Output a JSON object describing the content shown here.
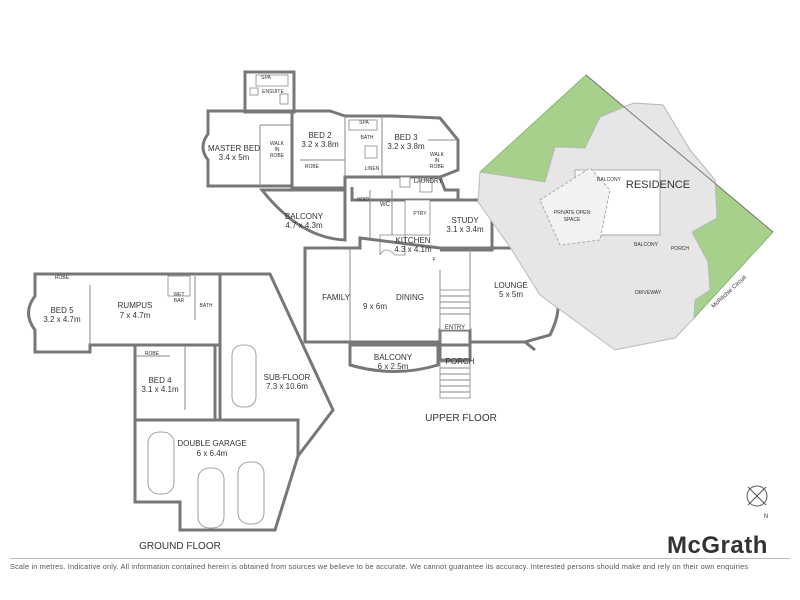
{
  "colors": {
    "wall": "#777777",
    "site_green": "#a8d08d",
    "site_grey": "#e6e6e6",
    "text": "#333333"
  },
  "rooms": {
    "master_bed": {
      "name": "MASTER BED",
      "dims": "3.4 x 5m"
    },
    "ensuite": "ENSUITE",
    "spa_upper": "SPA",
    "walk_in_robe": [
      "WALK",
      "IN",
      "ROBE"
    ],
    "bed2": {
      "name": "BED 2",
      "dims": "3.2 x 3.8m"
    },
    "bath_upper": "BATH",
    "spa_bath": "SPA",
    "bed3": {
      "name": "BED 3",
      "dims": "3.2 x 3.8m"
    },
    "walk_in_robe_small": [
      "WALK",
      "IN",
      "ROBE"
    ],
    "robe_bed2": "ROBE",
    "linen": "LINEN",
    "laundry": "LAUNDRY",
    "balcony_upper": {
      "name": "BALCONY",
      "dims": "4.7 x 4.3m"
    },
    "void": "VOID",
    "wc": "WC",
    "pty": "PTRY",
    "kitchen": {
      "name": "KITCHEN",
      "dims": "4.3 x 4.1m"
    },
    "study": {
      "name": "STUDY",
      "dims": "3.1 x 3.4m"
    },
    "family": "FAMILY",
    "family_dims": "9 x 6m",
    "dining": "DINING",
    "lounge": {
      "name": "LOUNGE",
      "dims": "5 x 5m"
    },
    "entry": "ENTRY",
    "balcony_lower": {
      "name": "BALCONY",
      "dims": "6 x 2.5m"
    },
    "porch": "PORCH",
    "f_label": "F",
    "robe_bed5": "ROBE",
    "bed5": {
      "name": "BED 5",
      "dims": "3.2 x 4.7m"
    },
    "rumpus": {
      "name": "RUMPUS",
      "dims": "7 x 4.7m"
    },
    "wet_bar": [
      "WET",
      "BAR"
    ],
    "bath_ground": "BATH",
    "robe_bed4": "ROBE",
    "bed4": {
      "name": "BED 4",
      "dims": "3.1 x 4.1m"
    },
    "subfloor": {
      "name": "SUB-FLOOR",
      "dims": "7.3 x 10.6m"
    },
    "garage": {
      "name": "DOUBLE GARAGE",
      "dims": "6 x 6.4m"
    }
  },
  "floors": {
    "upper": "UPPER FLOOR",
    "ground": "GROUND FLOOR"
  },
  "site": {
    "residence": "RESIDENCE",
    "balcony_top": "BALCONY",
    "private_open_space": [
      "PRIVATE OPEN",
      "SPACE"
    ],
    "balcony_mid": "BALCONY",
    "porch": "PORCH",
    "driveway": "DRIVEWAY",
    "street": "McRitchie Circuit"
  },
  "compass": {
    "north": "N"
  },
  "brand": "McGrath",
  "disclaimer": "Scale in metres. Indicative only. All information contained herein is obtained from sources we believe to be accurate. We cannot guarantee its accuracy. Interested persons should make and rely on their own enquiries"
}
